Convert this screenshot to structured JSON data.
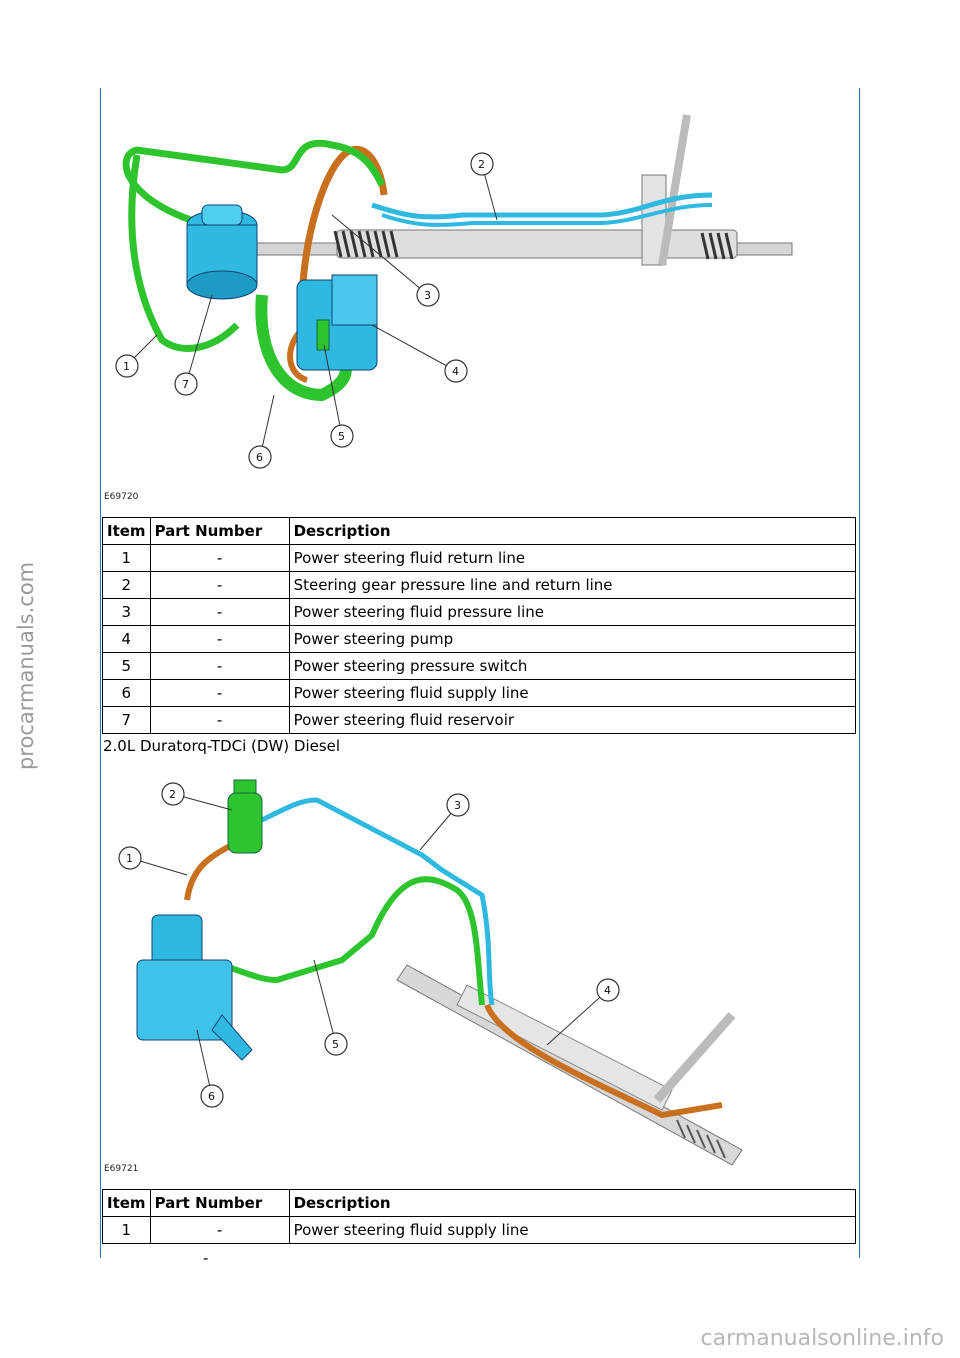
{
  "watermarks": {
    "side": "procarmanuals.com",
    "bottom": "carmanualsonline.info"
  },
  "figure1": {
    "code": "E69720",
    "callouts": [
      "1",
      "2",
      "3",
      "4",
      "5",
      "6",
      "7"
    ]
  },
  "table1": {
    "headers": {
      "item": "Item",
      "part": "Part Number",
      "desc": "Description"
    },
    "rows": [
      {
        "item": "1",
        "part": "-",
        "desc": "Power steering fluid return line"
      },
      {
        "item": "2",
        "part": "-",
        "desc": "Steering gear pressure line and return line"
      },
      {
        "item": "3",
        "part": "-",
        "desc": "Power steering fluid pressure line"
      },
      {
        "item": "4",
        "part": "-",
        "desc": "Power steering pump"
      },
      {
        "item": "5",
        "part": "-",
        "desc": "Power steering pressure switch"
      },
      {
        "item": "6",
        "part": "-",
        "desc": "Power steering fluid supply line"
      },
      {
        "item": "7",
        "part": "-",
        "desc": "Power steering fluid reservoir"
      }
    ]
  },
  "section_title": "2.0L Duratorq-TDCi (DW) Diesel",
  "figure2": {
    "code": "E69721",
    "callouts": [
      "1",
      "2",
      "3",
      "4",
      "5",
      "6"
    ]
  },
  "table2": {
    "headers": {
      "item": "Item",
      "part": "Part Number",
      "desc": "Description"
    },
    "rows": [
      {
        "item": "1",
        "part": "-",
        "desc": "Power steering fluid supply line"
      }
    ]
  },
  "trailing_dash": "-",
  "colors": {
    "frame": "#3b6db3",
    "green": "#2ec42e",
    "blue": "#2fb8e0",
    "orange": "#c8701e",
    "gray": "#cfcfcf"
  }
}
